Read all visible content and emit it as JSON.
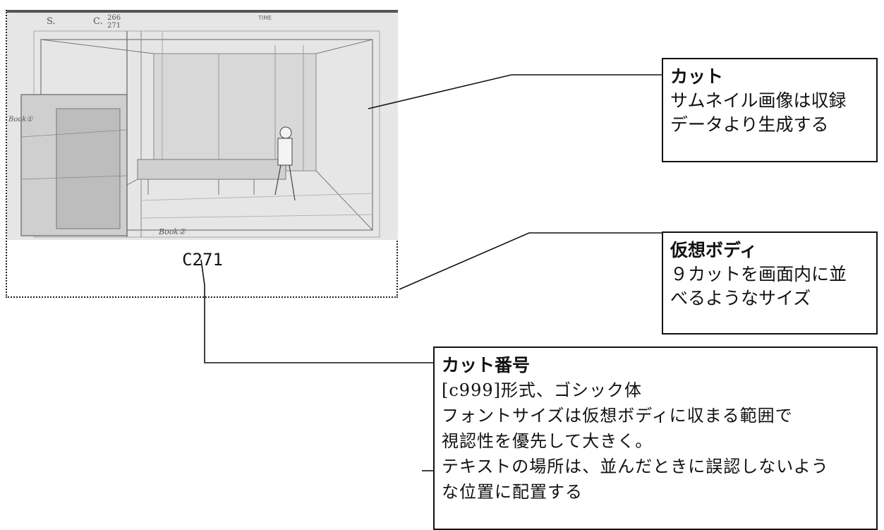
{
  "thumbnail": {
    "sketch_texts": {
      "scene_label": "S.",
      "cut_label": "C.",
      "cut_ref": "266",
      "cut_ref2": "271",
      "time_label": "TIME",
      "book_left": "Book①",
      "book_bottom": "Book②"
    }
  },
  "cut_number": "C271",
  "callouts": {
    "cut": {
      "title": "カット",
      "body": "サムネイル画像は収録\nデータより生成する"
    },
    "virtual_body": {
      "title": "仮想ボディ",
      "body": "９カットを画面内に並\nべるようなサイズ"
    },
    "cut_number": {
      "title": "カット番号",
      "body": "[c999]形式、ゴシック体\nフォントサイズは仮想ボディに収まる範囲で\n視認性を優先して大きく。\nテキストの場所は、並んだときに誤認しないよう\nな位置に配置する"
    }
  }
}
